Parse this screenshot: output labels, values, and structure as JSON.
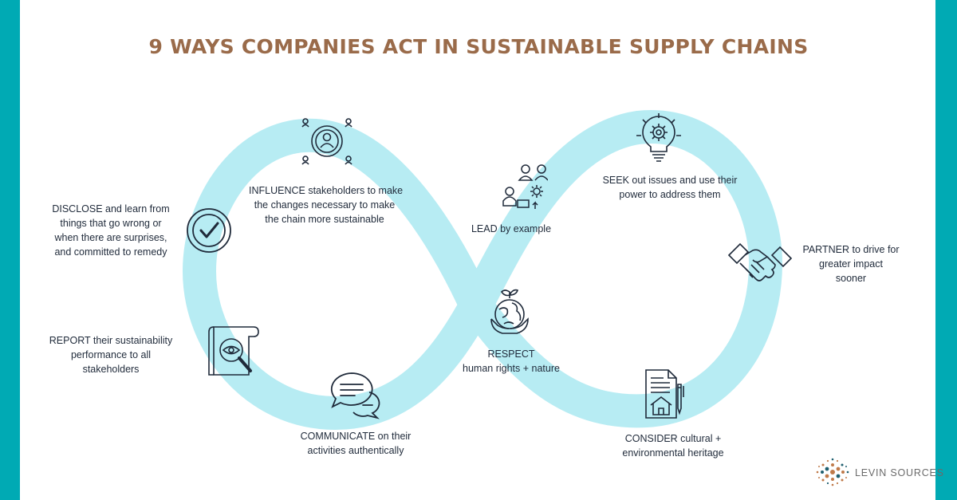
{
  "title": "9 WAYS COMPANIES ACT IN SUSTAINABLE SUPPLY CHAINS",
  "colors": {
    "frame": "#00aab4",
    "title": "#9a6b4a",
    "loop": "#b7ecf3",
    "icon": "#1f2a3a",
    "logo_dots": "#c07a4a"
  },
  "items": {
    "influence": {
      "icon": "person-network-icon",
      "lines": [
        "INFLUENCE stakeholders to make",
        "the changes necessary to make",
        "the chain more sustainable"
      ]
    },
    "disclose": {
      "icon": "checkmark-circle-icon",
      "lines": [
        "DISCLOSE and learn from",
        "things that go wrong or",
        "when there are surprises,",
        "and committed to remedy"
      ]
    },
    "report": {
      "icon": "document-magnifier-icon",
      "lines": [
        "REPORT their sustainability",
        "performance to all",
        "stakeholders"
      ]
    },
    "communicate": {
      "icon": "chat-bubbles-icon",
      "lines": [
        "COMMUNICATE on their",
        "activities authentically"
      ]
    },
    "lead": {
      "icon": "team-leader-icon",
      "lines": [
        "LEAD by example"
      ]
    },
    "respect": {
      "icon": "globe-hands-icon",
      "lines": [
        "RESPECT",
        "human rights + nature"
      ]
    },
    "seek": {
      "icon": "lightbulb-gear-icon",
      "lines": [
        "SEEK out issues and use their",
        "power to address them"
      ]
    },
    "partner": {
      "icon": "handshake-icon",
      "lines": [
        "PARTNER to drive for",
        "greater impact",
        "sooner"
      ]
    },
    "consider": {
      "icon": "house-document-icon",
      "lines": [
        "CONSIDER cultural +",
        "environmental heritage"
      ]
    }
  },
  "logo": {
    "text": "LEVIN SOURCES",
    "icon": "dot-cluster-logo-icon"
  }
}
